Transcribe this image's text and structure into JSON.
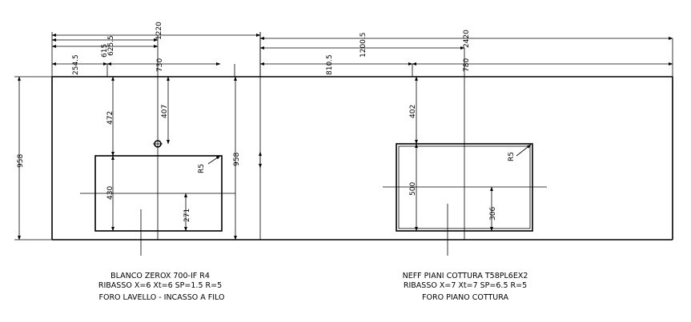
{
  "dimensions": {
    "overall_a": "1220",
    "overall_b": "2420",
    "partial_a": "615",
    "partial_b": "625.5",
    "partial_c": "1200.5",
    "offset_left": "254.5",
    "offset_right": "810.5",
    "sink_centre_width": "730",
    "hob_centre_width": "780",
    "height_left": "958",
    "height_mid": "958",
    "sink_top_offset": "472",
    "sink_axis_offset": "407",
    "hob_top_offset": "402",
    "sink_height": "430",
    "sink_axis_height": "271",
    "hob_height": "500",
    "hob_axis_height": "306",
    "sink_radius": "R5",
    "hob_radius": "R5"
  },
  "notes": {
    "sink": {
      "line1": "BLANCO ZEROX 700-IF R4",
      "line2": "RIBASSO X=6 Xt=6 SP=1.5 R=5",
      "line3": "FORO LAVELLO - INCASSO A FILO"
    },
    "hob": {
      "line1": "NEFF PIANI COTTURA T58PL6EX2",
      "line2": "RIBASSO X=7 Xt=7 SP=6.5 R=5",
      "line3": "FORO PIANO COTTURA"
    }
  }
}
